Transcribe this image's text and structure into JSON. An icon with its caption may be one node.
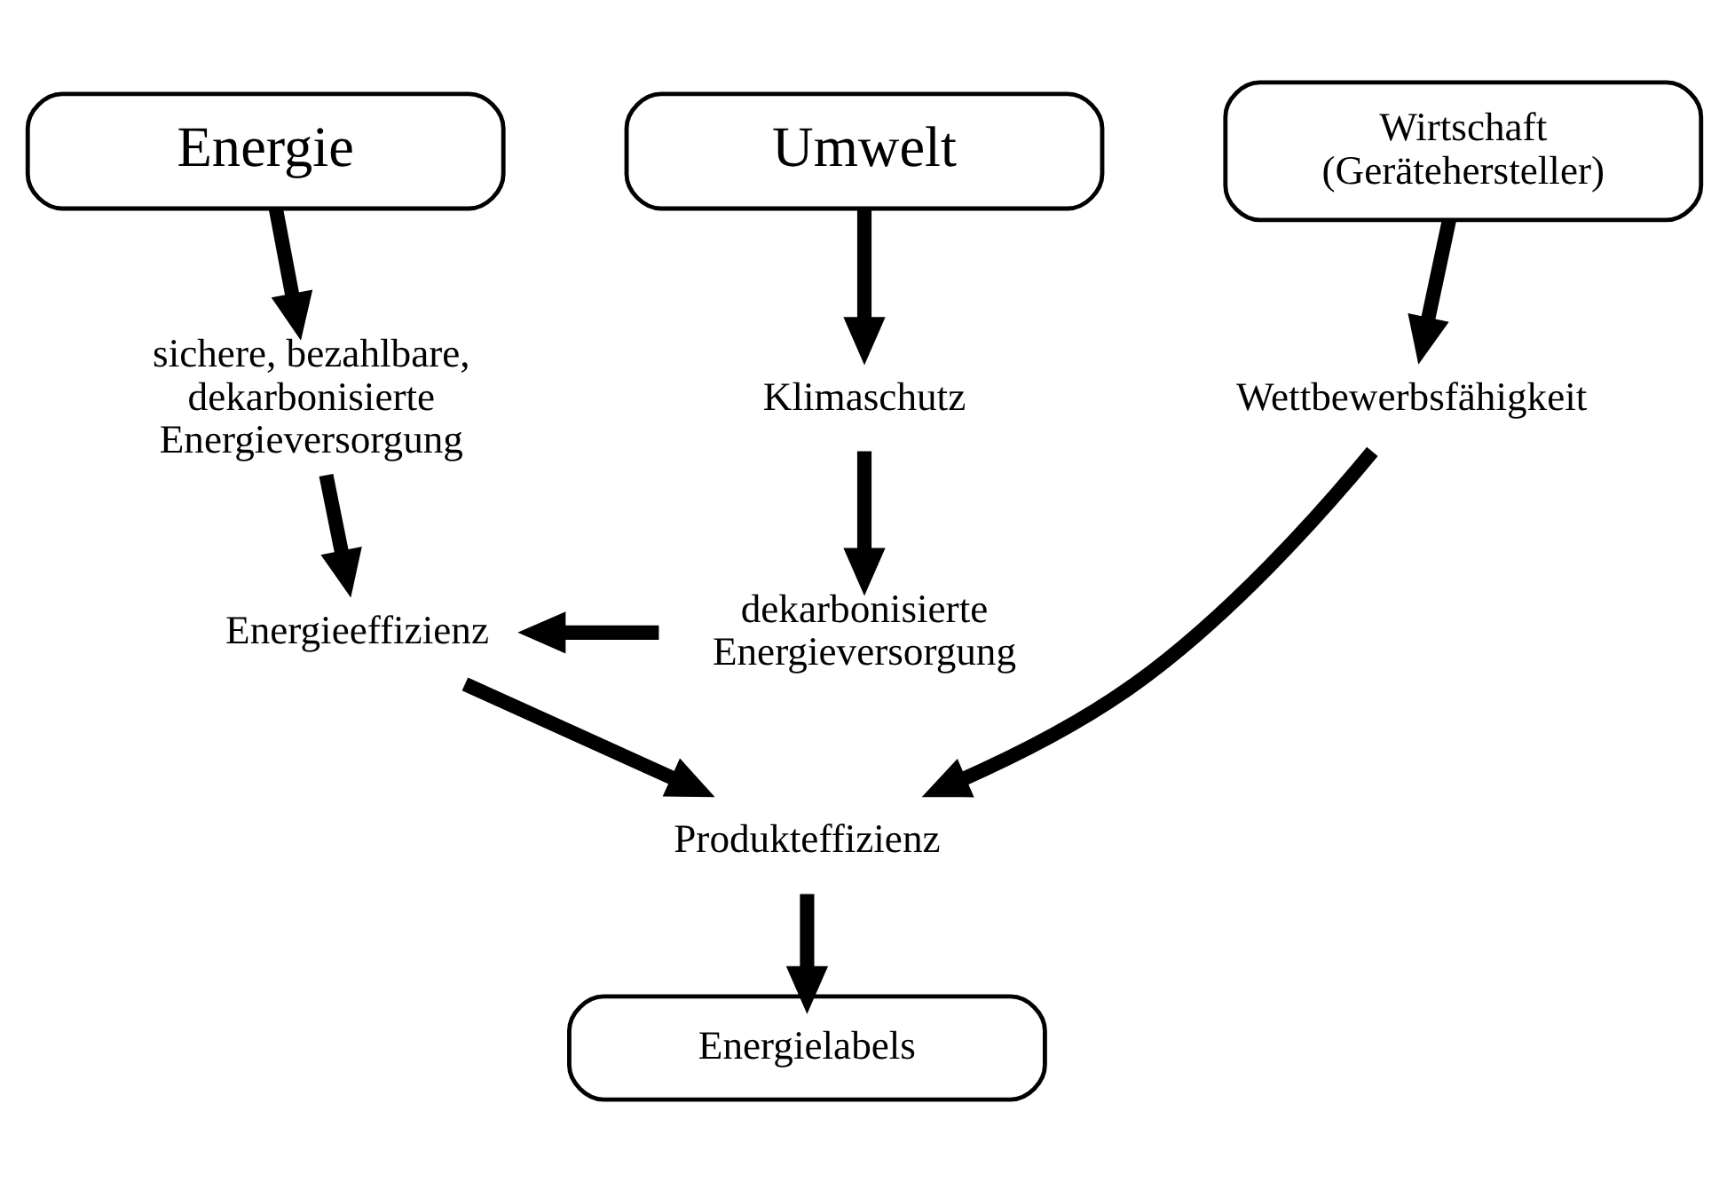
{
  "diagram": {
    "nodes": [
      {
        "text": [
          "Wirtschaft (Gerätehersteller)"
        ]
      },
      {
        "text": [
          "Energie"
        ]
      },
      {
        "text": [
          "Umwelt"
        ]
      },
      {
        "text": [
          "Wettbewerbsfähigkeit"
        ]
      },
      {
        "text": [
          "sichere, bezahlbare, dekarbonisierte Energieversorgung"
        ]
      },
      {
        "text": [
          "Klimaschutz"
        ]
      },
      {
        "text": [
          "dekarbonisierte Energieversorgung"
        ]
      },
      {
        "text": [
          "Energieeffizienz"
        ]
      },
      {
        "text": [
          "Produkteffizienz"
        ]
      },
      {
        "text": [
          "Energielabels"
        ]
      }
    ],
    "edges": [
      {
        "from": 0,
        "to": 3,
        "arrow": "to"
      },
      {
        "from": 1,
        "to": 4,
        "arrow": "to"
      },
      {
        "from": 2,
        "to": 5,
        "arrow": "to"
      },
      {
        "from": 5,
        "to": 6,
        "arrow": "to"
      },
      {
        "from": 4,
        "to": 7,
        "arrow": "to"
      },
      {
        "from": 6,
        "to": 7,
        "arrow": "to"
      },
      {
        "from": 7,
        "to": 8,
        "arrow": "to"
      },
      {
        "from": 3,
        "to": 8,
        "arrow": "to"
      },
      {
        "from": 8,
        "to": 9,
        "arrow": "to"
      }
    ]
  }
}
